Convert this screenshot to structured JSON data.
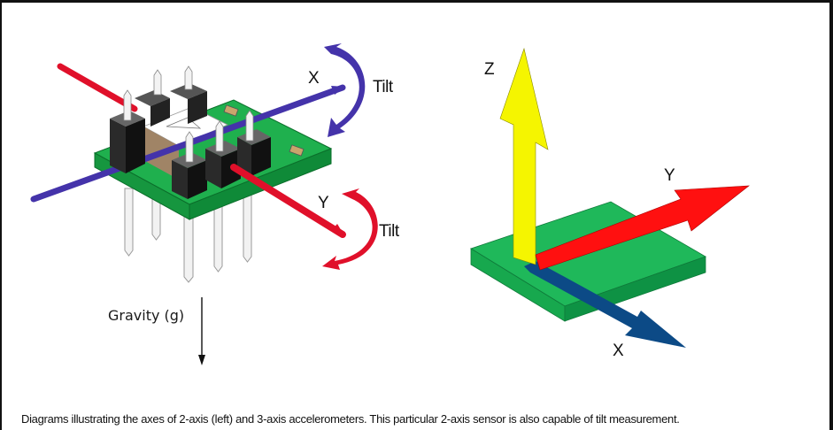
{
  "figure": {
    "left_diagram": {
      "title": "2-axis accelerometer",
      "axis_x_label": "X",
      "axis_y_label": "Y",
      "tilt_x_label": "Tilt",
      "tilt_y_label": "Tilt",
      "gravity_label": "Gravity (g)"
    },
    "right_diagram": {
      "title": "3-axis accelerometer",
      "axis_z_label": "Z",
      "axis_y_label": "Y",
      "axis_x_label": "X"
    },
    "caption": "Diagrams illustrating the axes of 2-axis (left) and 3-axis accelerometers. This particular 2-axis sensor is also capable of tilt measurement."
  },
  "colors": {
    "frame": "#111111",
    "background": "#ffffff",
    "pcb_green": "#1aaa4a",
    "pcb_green_dark": "#0f8a38",
    "x_axis_left": "#4433aa",
    "y_axis_left": "#e0102a",
    "z_axis_right": "#f5f500",
    "y_axis_right": "#ff1010",
    "x_axis_right": "#0c4a86",
    "header_black": "#1a1a1a"
  }
}
